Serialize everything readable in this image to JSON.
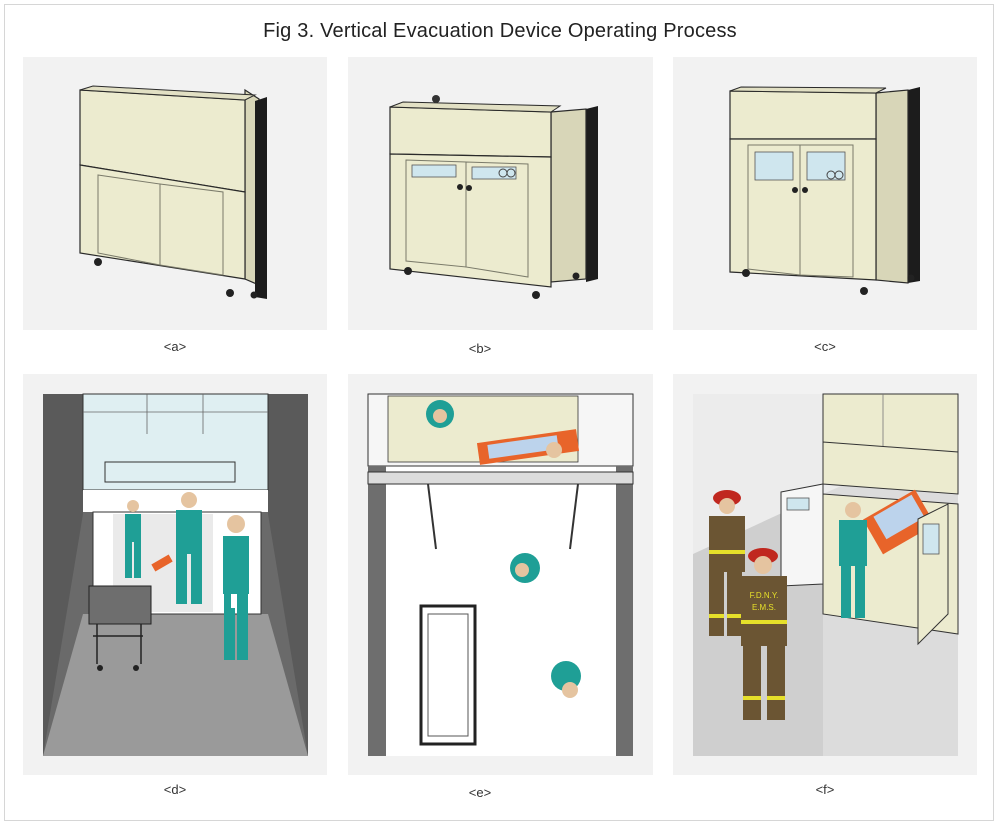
{
  "figure": {
    "title": "Fig 3. Vertical Evacuation Device Operating Process",
    "panels": [
      {
        "id": "a",
        "caption": "<a>"
      },
      {
        "id": "b",
        "caption": "<b>"
      },
      {
        "id": "c",
        "caption": "<c>"
      },
      {
        "id": "d",
        "caption": "<d>"
      },
      {
        "id": "e",
        "caption": "<e>"
      },
      {
        "id": "f",
        "caption": "<f>"
      }
    ],
    "colors": {
      "cabinet": "#ecebcf",
      "outline": "#2a2a2a",
      "panel_bg": "#f2f2f2",
      "scrubs": "#1f9f96",
      "stretcher": "#e8642a",
      "turnout_gear": "#6b5533",
      "reflective": "#e6e02a",
      "helmet": "#c0281f"
    },
    "markings": {
      "fdny": "F.D.N.Y.",
      "ems": "E.M.S."
    }
  }
}
